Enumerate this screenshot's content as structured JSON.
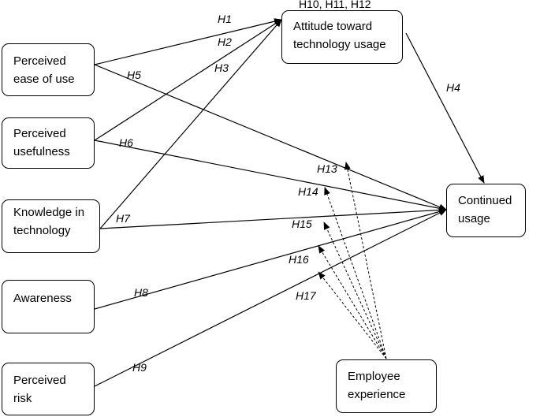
{
  "nodes": {
    "peou": "Perceived\nease of use",
    "pu": "Perceived\nusefulness",
    "kt": "Knowledge in\ntechnology",
    "aw": "Awareness",
    "pr": "Perceived\nrisk",
    "att": "Attitude toward\ntechnology usage",
    "cu": "Continued\nusage",
    "ee": "Employee\nexperience"
  },
  "hypotheses": {
    "h1": "H1",
    "h2": "H2",
    "h3": "H3",
    "h4": "H4",
    "h5": "H5",
    "h6": "H6",
    "h7": "H7",
    "h8": "H8",
    "h9": "H9",
    "h10_12": "H10, H11, H12",
    "h13": "H13",
    "h14": "H14",
    "h15": "H15",
    "h16": "H16",
    "h17": "H17"
  }
}
